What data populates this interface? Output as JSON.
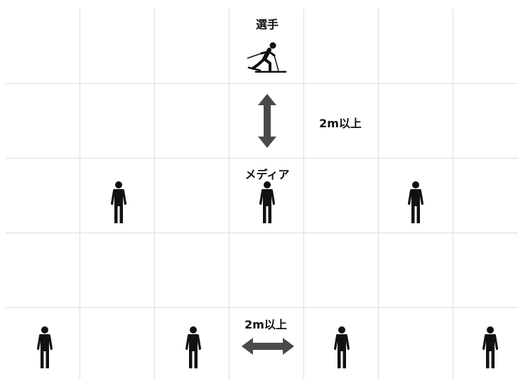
{
  "labels": {
    "athlete": "選手",
    "media": "メディア",
    "vertical_distance": "2m以上",
    "horizontal_distance": "2m以上"
  },
  "icons": {
    "athlete": "cross-country-skier-icon",
    "person": "person-icon",
    "vertical_arrow": "double-arrow-vertical-icon",
    "horizontal_arrow": "double-arrow-horizontal-icon"
  },
  "colors": {
    "grid": "#dedede",
    "figure": "#111111",
    "arrow": "#4a4a4a",
    "background": "#ffffff"
  }
}
